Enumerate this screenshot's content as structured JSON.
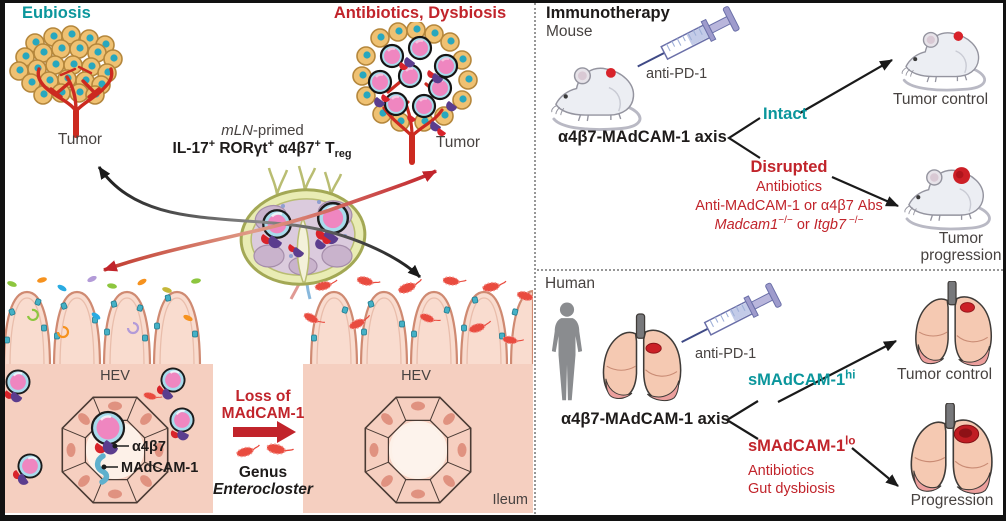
{
  "colors": {
    "teal": "#0b969c",
    "red": "#c1242b",
    "dark_text": "#474240",
    "black_text": "#1e1b1a",
    "gut_pink": "#f5cfc0"
  },
  "left_panel": {
    "eubiosis_title": "Eubiosis",
    "dysbiosis_title": "Antibiotics, Dysbiosis",
    "tumor_left_label": "Tumor",
    "tumor_right_label": "Tumor",
    "mln_line1_html": "<i>mLN</i>-primed",
    "mln_line2_html": "IL-17<sup>+</sup> RORγt<sup>+</sup> α4β7<sup>+</sup> T<sub>reg</sub>",
    "hev_left_label": "HEV",
    "hev_right_label": "HEV",
    "a4b7_label": "α4β7",
    "madcam1_label": "MAdCAM-1",
    "loss_line1": "Loss of",
    "loss_line2": "MAdCAM-1",
    "genus_line1": "Genus",
    "genus_line2": "Enterocloster",
    "ileum_label": "Ileum"
  },
  "right_panel": {
    "title": "Immunotherapy",
    "mouse": {
      "section_label": "Mouse",
      "anti_pd1_label": "anti-PD-1",
      "axis_label": "α4β7-MAdCAM-1 axis",
      "intact_label": "Intact",
      "tumor_control_label": "Tumor control",
      "disrupted_label": "Disrupted",
      "disrupted_line2": "Antibiotics",
      "disrupted_line3": "Anti-MAdCAM-1 or α4β7 Abs",
      "disrupted_line4_html": "<i>Madcam1</i><sup>−/−</sup> or <i>Itgb7</i><sup> −/−</sup>",
      "tumor_progression_line1": "Tumor",
      "tumor_progression_line2": "progression"
    },
    "human": {
      "section_label": "Human",
      "anti_pd1_label": "anti-PD-1",
      "axis_label": "α4β7-MAdCAM-1 axis",
      "smadcam_hi_html": "sMAdCAM-1<sup>hi</sup>",
      "tumor_control_label": "Tumor control",
      "smadcam_lo_html": "sMAdCAM-1<sup>lo</sup>",
      "lo_line2": "Antibiotics",
      "lo_line3": "Gut dysbiosis",
      "progression_label": "Progression"
    }
  }
}
